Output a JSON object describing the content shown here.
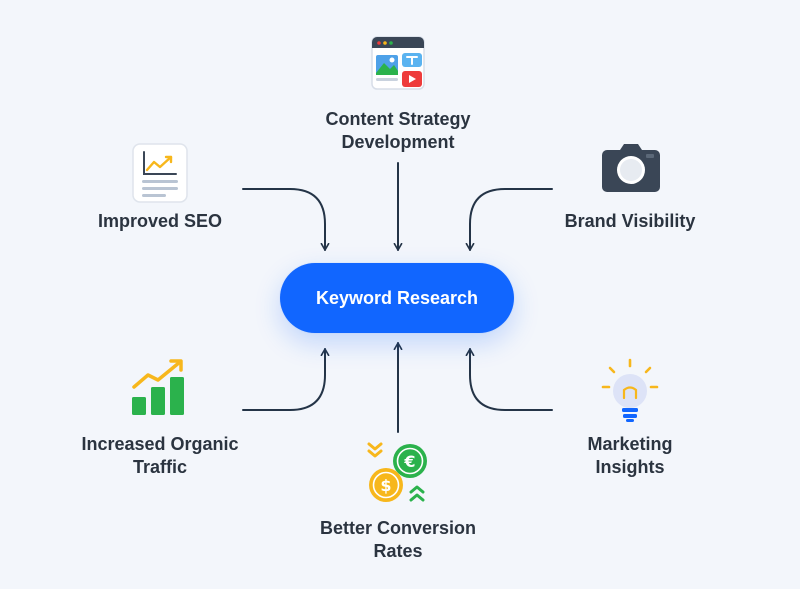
{
  "center": {
    "label": "Keyword Research"
  },
  "nodes": {
    "content_strategy": {
      "lines": [
        "Content Strategy",
        "Development"
      ],
      "icon": "media-window-icon"
    },
    "improved_seo": {
      "lines": [
        "Improved SEO"
      ],
      "icon": "report-chart-icon"
    },
    "brand_visibility": {
      "lines": [
        "Brand Visibility"
      ],
      "icon": "camera-icon"
    },
    "organic_traffic": {
      "lines": [
        "Increased Organic",
        "Traffic"
      ],
      "icon": "growth-bars-icon"
    },
    "conversion_rates": {
      "lines": [
        "Better Conversion",
        "Rates"
      ],
      "icon": "currency-coins-icon"
    },
    "marketing_insights": {
      "lines": [
        "Marketing",
        "Insights"
      ],
      "icon": "lightbulb-icon"
    }
  },
  "colors": {
    "background": "#f3f6fb",
    "accent": "#1166ff",
    "text": "#2b3440",
    "connector": "#243447",
    "green": "#2bb24c",
    "yellow": "#f7b71c",
    "red": "#ee3b3b"
  }
}
